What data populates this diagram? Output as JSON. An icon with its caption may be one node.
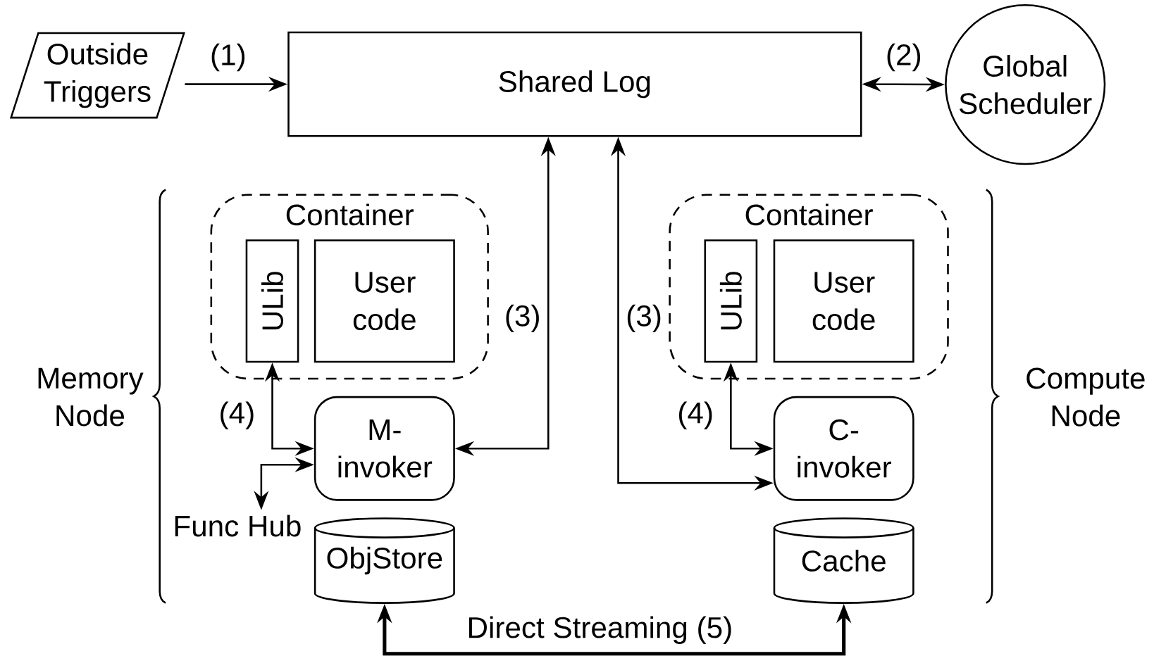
{
  "diagram": {
    "nodes": [
      {
        "text": [
          "Outside Triggers"
        ]
      },
      {
        "text": [
          "Shared Log"
        ]
      },
      {
        "text": [
          "Global Scheduler"
        ]
      },
      {
        "text": [
          "Container"
        ]
      },
      {
        "text": [
          "ULib"
        ],
        "in": 3
      },
      {
        "text": [
          "User code"
        ],
        "in": 3
      },
      {
        "text": [
          "M- invoker"
        ]
      },
      {
        "text": [
          "Func Hub"
        ]
      },
      {
        "text": [
          "ObjStore"
        ]
      },
      {
        "text": [
          "Container"
        ]
      },
      {
        "text": [
          "ULib"
        ],
        "in": 9
      },
      {
        "text": [
          "User code"
        ],
        "in": 9
      },
      {
        "text": [
          "C- invoker"
        ]
      },
      {
        "text": [
          "Cache"
        ]
      }
    ],
    "edges": [
      {
        "from": 0,
        "to": 1,
        "arrow": "to",
        "label": "(1)"
      },
      {
        "from": 1,
        "to": 2,
        "arrow": "both",
        "label": "(2)"
      },
      {
        "from": 6,
        "to": 1,
        "arrow": "both",
        "label": "(3)"
      },
      {
        "from": 1,
        "to": 12,
        "arrow": "both",
        "label": "(3)"
      },
      {
        "from": 4,
        "to": 6,
        "arrow": "both",
        "label": "(4)"
      },
      {
        "from": 7,
        "to": 6,
        "arrow": "both"
      },
      {
        "from": 10,
        "to": 12,
        "arrow": "both",
        "label": "(4)"
      },
      {
        "from": 8,
        "to": 13,
        "arrow": "both",
        "label": "Direct Streaming (5)",
        "style": "thick"
      }
    ],
    "labels": [
      "Memory Node",
      "Compute Node"
    ]
  }
}
